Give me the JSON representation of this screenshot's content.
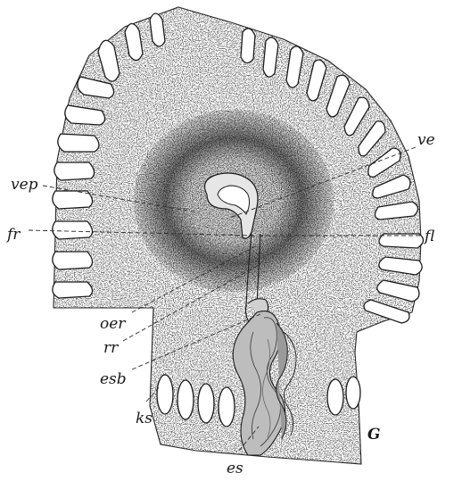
{
  "labels": {
    "ve": "ve",
    "vep": "vep",
    "fr": "fr",
    "fl": "fl",
    "oer": "oer",
    "rr": "rr",
    "esb": "esb",
    "ks": "ks",
    "es": "es",
    "G": "G"
  },
  "colors": {
    "ink": "#1a1a1a",
    "paper": "#ffffff",
    "stipple": "#7a7a7a"
  }
}
